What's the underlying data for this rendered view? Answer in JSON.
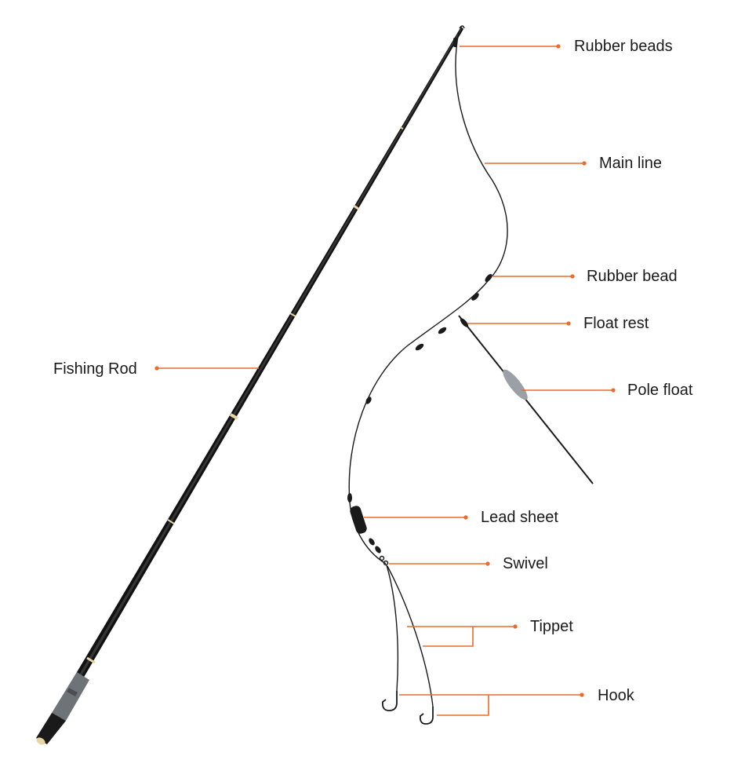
{
  "labels": {
    "rubber_beads": "Rubber beads",
    "main_line": "Main line",
    "rubber_bead": "Rubber bead",
    "float_rest": "Float rest",
    "pole_float": "Pole float",
    "fishing_rod": "Fishing Rod",
    "lead_sheet": "Lead sheet",
    "swivel": "Swivel",
    "tippet": "Tippet",
    "hook": "Hook"
  },
  "colors": {
    "leader": "#ec6a2a",
    "rod": "#111111",
    "rod_ring": "#e9d6a5",
    "grip": "#6e7378",
    "float_body": "#9aa0a6"
  }
}
